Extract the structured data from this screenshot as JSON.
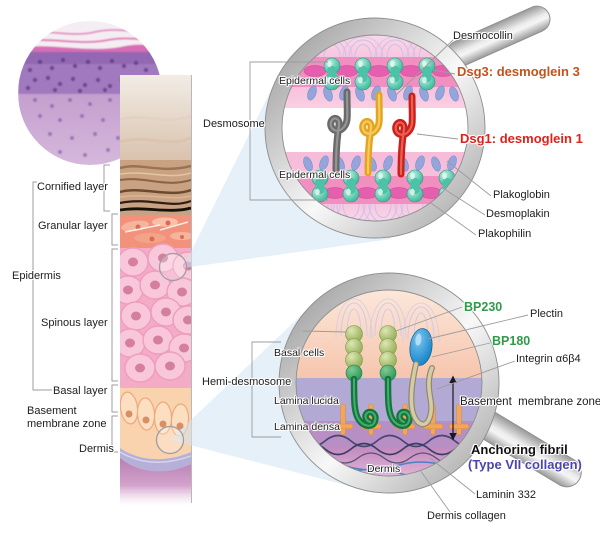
{
  "colors": {
    "dsg3_orange": "#c4521b",
    "dsg1_red": "#e2201a",
    "bp_green": "#2f9a47",
    "type7_purple": "#4b44ad",
    "label_dark": "#1c1c1c",
    "beam_blue": "#cfe3f2",
    "lens_rim_gray": "#bdbdbd"
  },
  "skin_panel": {
    "labels": {
      "cornified": "Cornified layer",
      "granular": "Granular layer",
      "epidermis": "Epidermis",
      "spinous": "Spinous layer",
      "basal": "Basal layer",
      "basement": "Basement\nmembrane zone",
      "dermis": "Dermis"
    }
  },
  "desmosome_view": {
    "title": "Desmosome",
    "epidermal_cells_top": "Epidermal cells",
    "epidermal_cells_bottom": "Epidermal cells",
    "desmocollin": "Desmocollin",
    "dsg3": "Dsg3: desmoglein 3",
    "dsg1": "Dsg1: desmoglein 1",
    "plakoglobin": "Plakoglobin",
    "desmoplakin": "Desmoplakin",
    "plakophilin": "Plakophilin"
  },
  "hemidesmosome_view": {
    "title": "Hemi-desmosome",
    "basal_cells": "Basal cells",
    "lamina_lucida": "Lamina lucida",
    "lamina_densa": "Lamina densa",
    "dermis_inside": "Dermis",
    "bp230": "BP230",
    "plectin": "Plectin",
    "bp180": "BP180",
    "integrin": "Integrin α6β4",
    "basement_membrane_zone": "Basement  membrane zone",
    "anchoring_fibril": "Anchoring fibril",
    "type_vii": "(Type VII collagen)",
    "laminin": "Laminin 332",
    "dermis_collagen": "Dermis collagen"
  }
}
